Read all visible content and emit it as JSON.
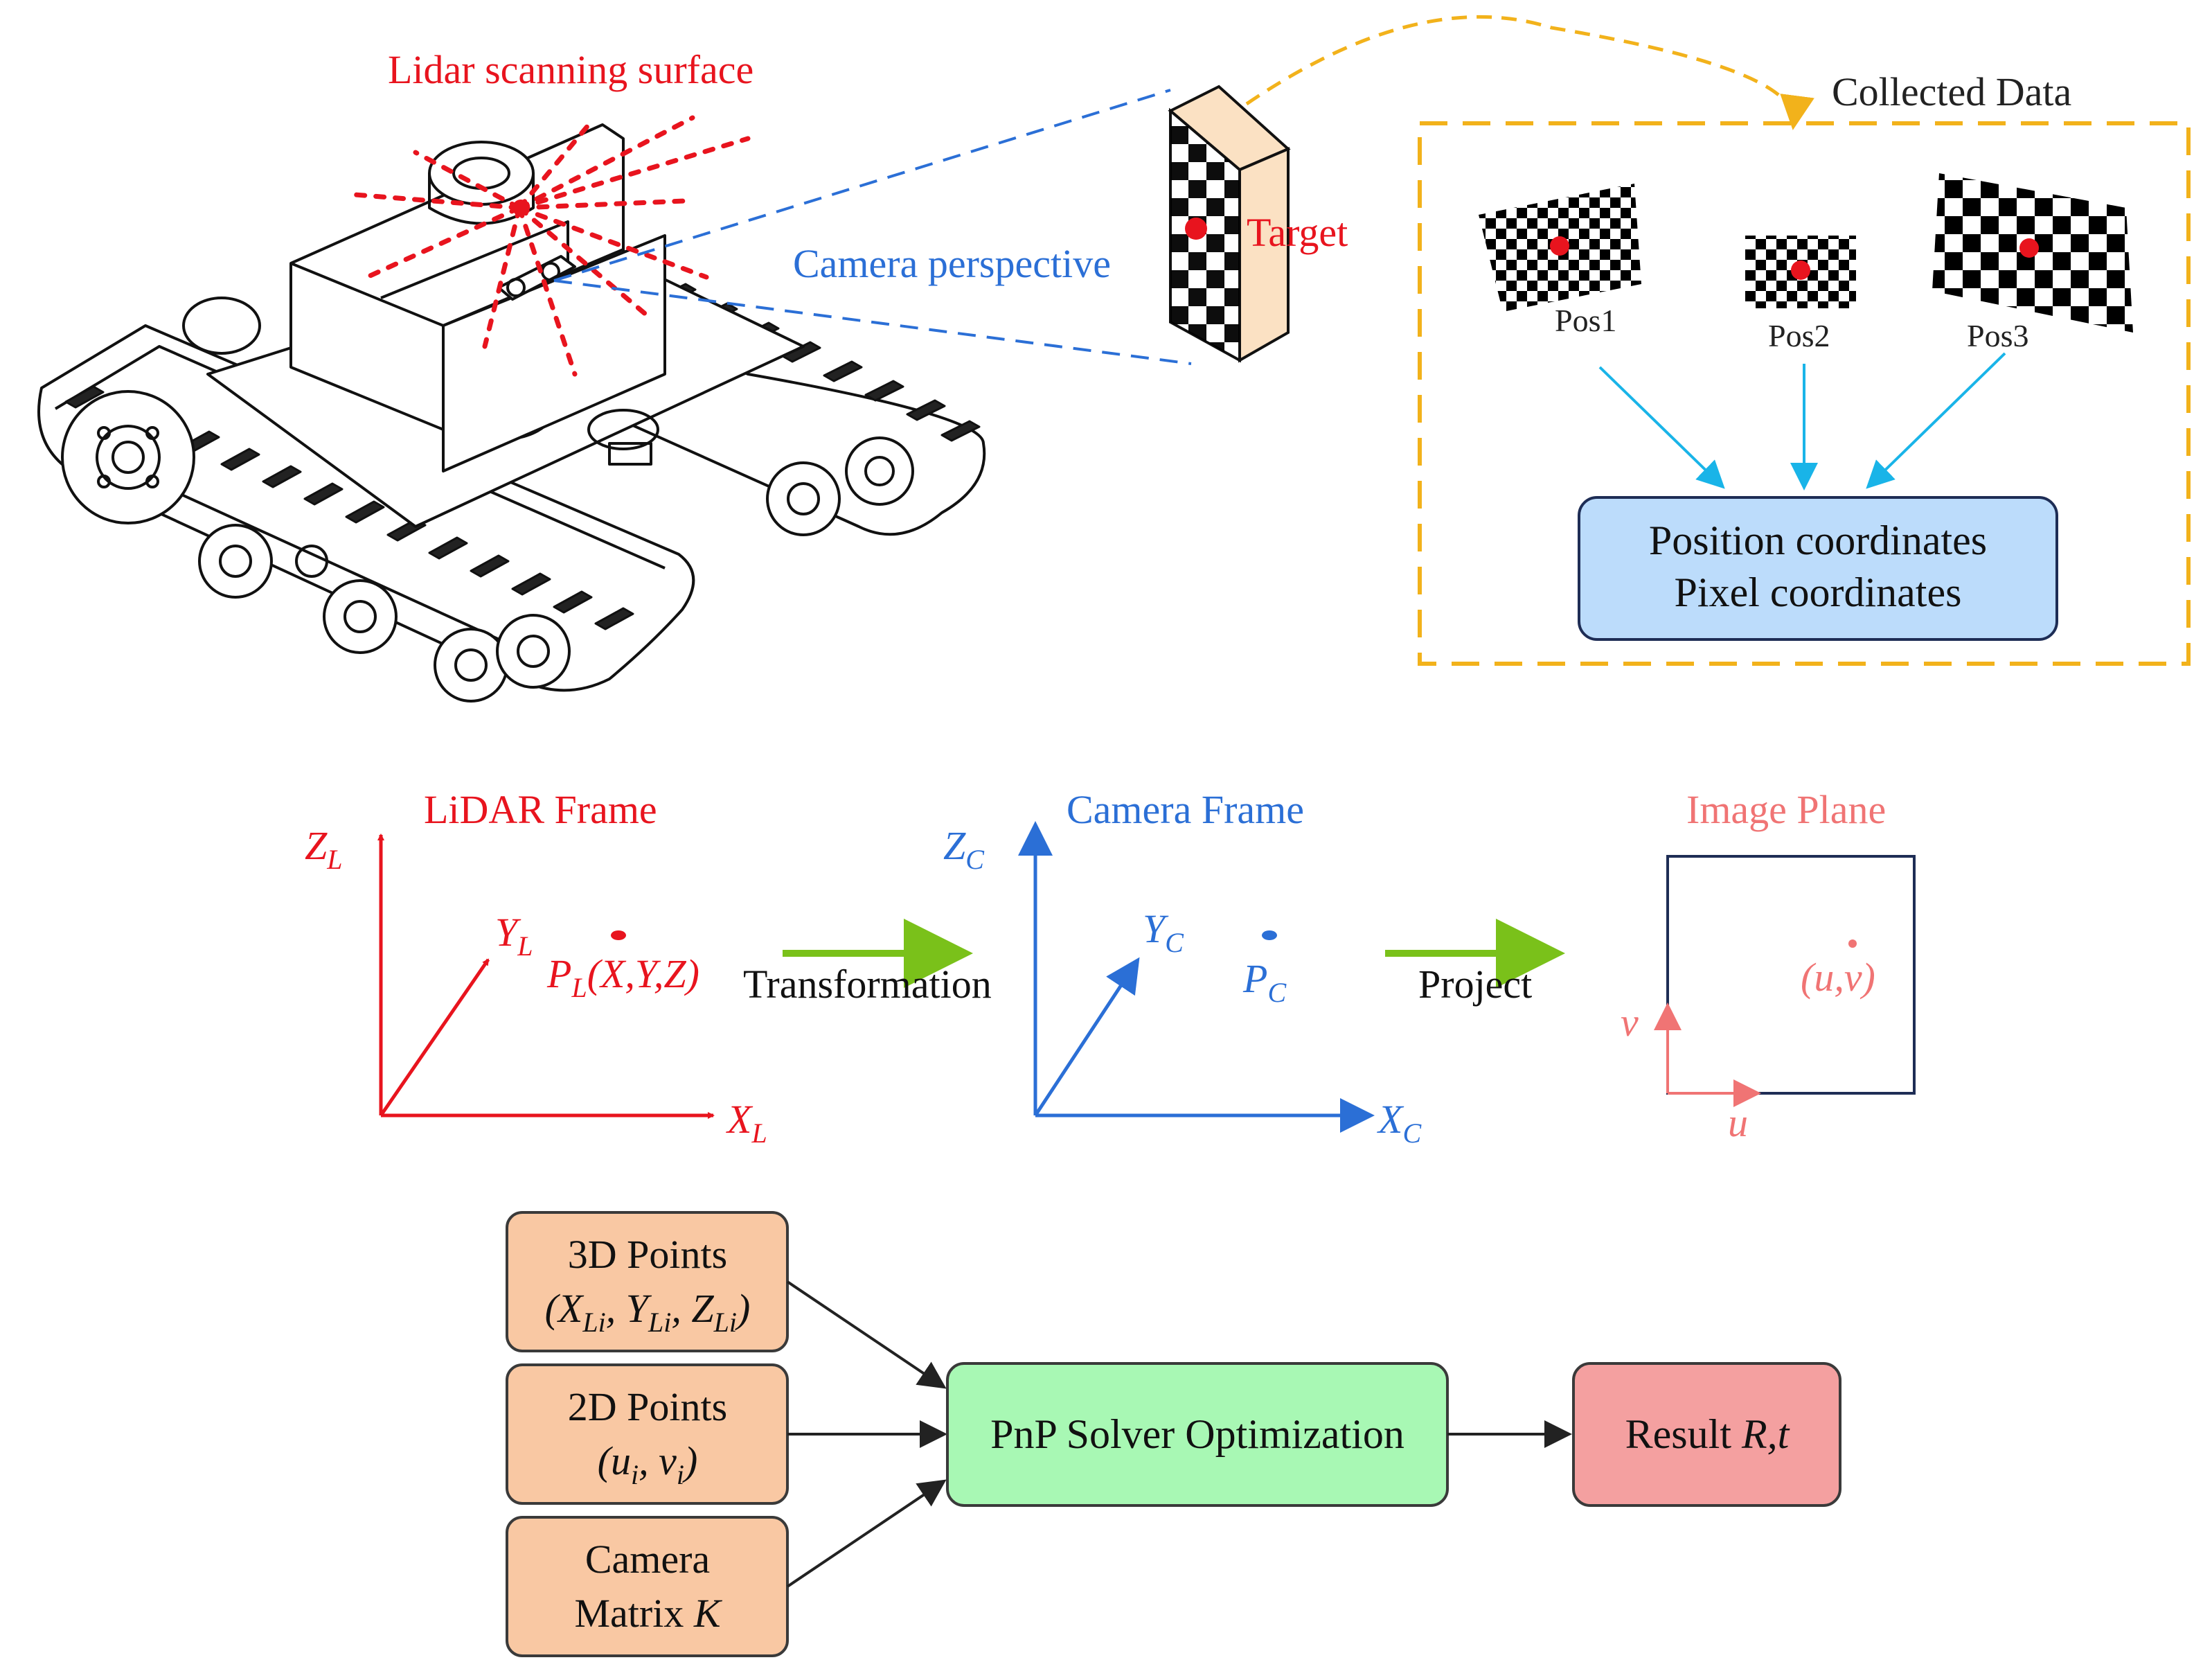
{
  "top": {
    "lidar_label": "Lidar scanning surface",
    "camera_label": "Camera perspective",
    "target_label": "Target",
    "collected_title": "Collected Data",
    "positions": [
      "Pos1",
      "Pos2",
      "Pos3"
    ],
    "coords_box": {
      "line1": "Position coordinates",
      "line2": "Pixel coordinates"
    }
  },
  "frames": {
    "lidar": {
      "title": "LiDAR Frame",
      "z": "Z",
      "z_sub": "L",
      "y": "Y",
      "y_sub": "L",
      "x": "X",
      "x_sub": "L",
      "point": "P",
      "point_sub": "L",
      "point_args": "(X,Y,Z)"
    },
    "transform_label": "Transformation",
    "camera": {
      "title": "Camera Frame",
      "z": "Z",
      "z_sub": "C",
      "y": "Y",
      "y_sub": "C",
      "x": "X",
      "x_sub": "C",
      "point": "P",
      "point_sub": "C"
    },
    "project_label": "Project",
    "image": {
      "title": "Image Plane",
      "point": "(u,v)",
      "v": "v",
      "u": "u"
    }
  },
  "pipeline": {
    "points3d": {
      "line1": "3D Points",
      "line2": "(X",
      "sub_a": "Li",
      "sep_a": ", Y",
      "sub_b": "Li",
      "sep_b": ", Z",
      "sub_c": "Li",
      "close": ")"
    },
    "points2d": {
      "line1": "2D Points",
      "line2_open": "(u",
      "sub_a": "i",
      "sep": ", v",
      "sub_b": "i",
      "close": ")"
    },
    "camera": {
      "line1": "Camera",
      "line2": "Matrix ",
      "line2_var": "K"
    },
    "solver": "PnP Solver Optimization",
    "result": {
      "label": "Result ",
      "vars": "R,t"
    }
  },
  "colors": {
    "lidar_red": "#e8141e",
    "camera_blue": "#2b6fd6",
    "image_pink": "#f07474",
    "cyan_arrow": "#19b4e8",
    "gold_dash": "#f2b21b",
    "green_arrow": "#7ac11a",
    "coords_fill": "#bcdcfb",
    "input_fill": "#f9c8a3",
    "solver_fill": "#a8f8b4",
    "result_fill": "#f4a0a0"
  }
}
